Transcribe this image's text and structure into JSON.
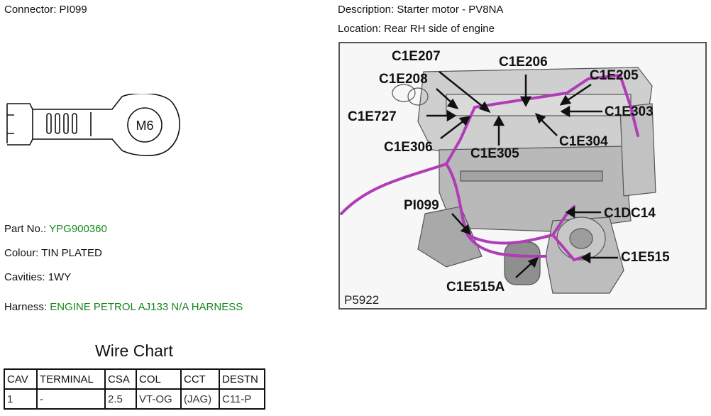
{
  "header": {
    "connector_label": "Connector:",
    "connector_value": "PI099",
    "description_label": "Description:",
    "description_value": "Starter motor - PV8NA",
    "location_label": "Location:",
    "location_value": "Rear RH side of engine"
  },
  "terminal": {
    "stud_label": "M6"
  },
  "info": {
    "part_label": "Part No.:",
    "part_value": "YPG900360",
    "colour_label": "Colour:",
    "colour_value": "TIN PLATED",
    "cavities_label": "Cavities:",
    "cavities_value": "1WY",
    "harness_label": "Harness:",
    "harness_value": "ENGINE PETROL AJ133 N/A HARNESS"
  },
  "wire_chart": {
    "title": "Wire Chart",
    "headers": [
      "CAV",
      "TERMINAL",
      "CSA",
      "COL",
      "CCT",
      "DESTN"
    ],
    "rows": [
      [
        "1",
        "-",
        "2.5",
        "VT-OG",
        "(JAG)",
        "C11-P"
      ]
    ]
  },
  "diagram": {
    "figure_id": "P5922",
    "callouts": {
      "c1e207": "C1E207",
      "c1e206": "C1E206",
      "c1e208": "C1E208",
      "c1e205": "C1E205",
      "c1e727": "C1E727",
      "c1e303": "C1E303",
      "c1e306": "C1E306",
      "c1e305": "C1E305",
      "c1e304": "C1E304",
      "pi099": "PI099",
      "c1dc14": "C1DC14",
      "c1e515": "C1E515",
      "c1e515a": "C1E515A"
    }
  },
  "colors": {
    "accent_green": "#16871c",
    "harness_magenta": "#b03cb8"
  }
}
